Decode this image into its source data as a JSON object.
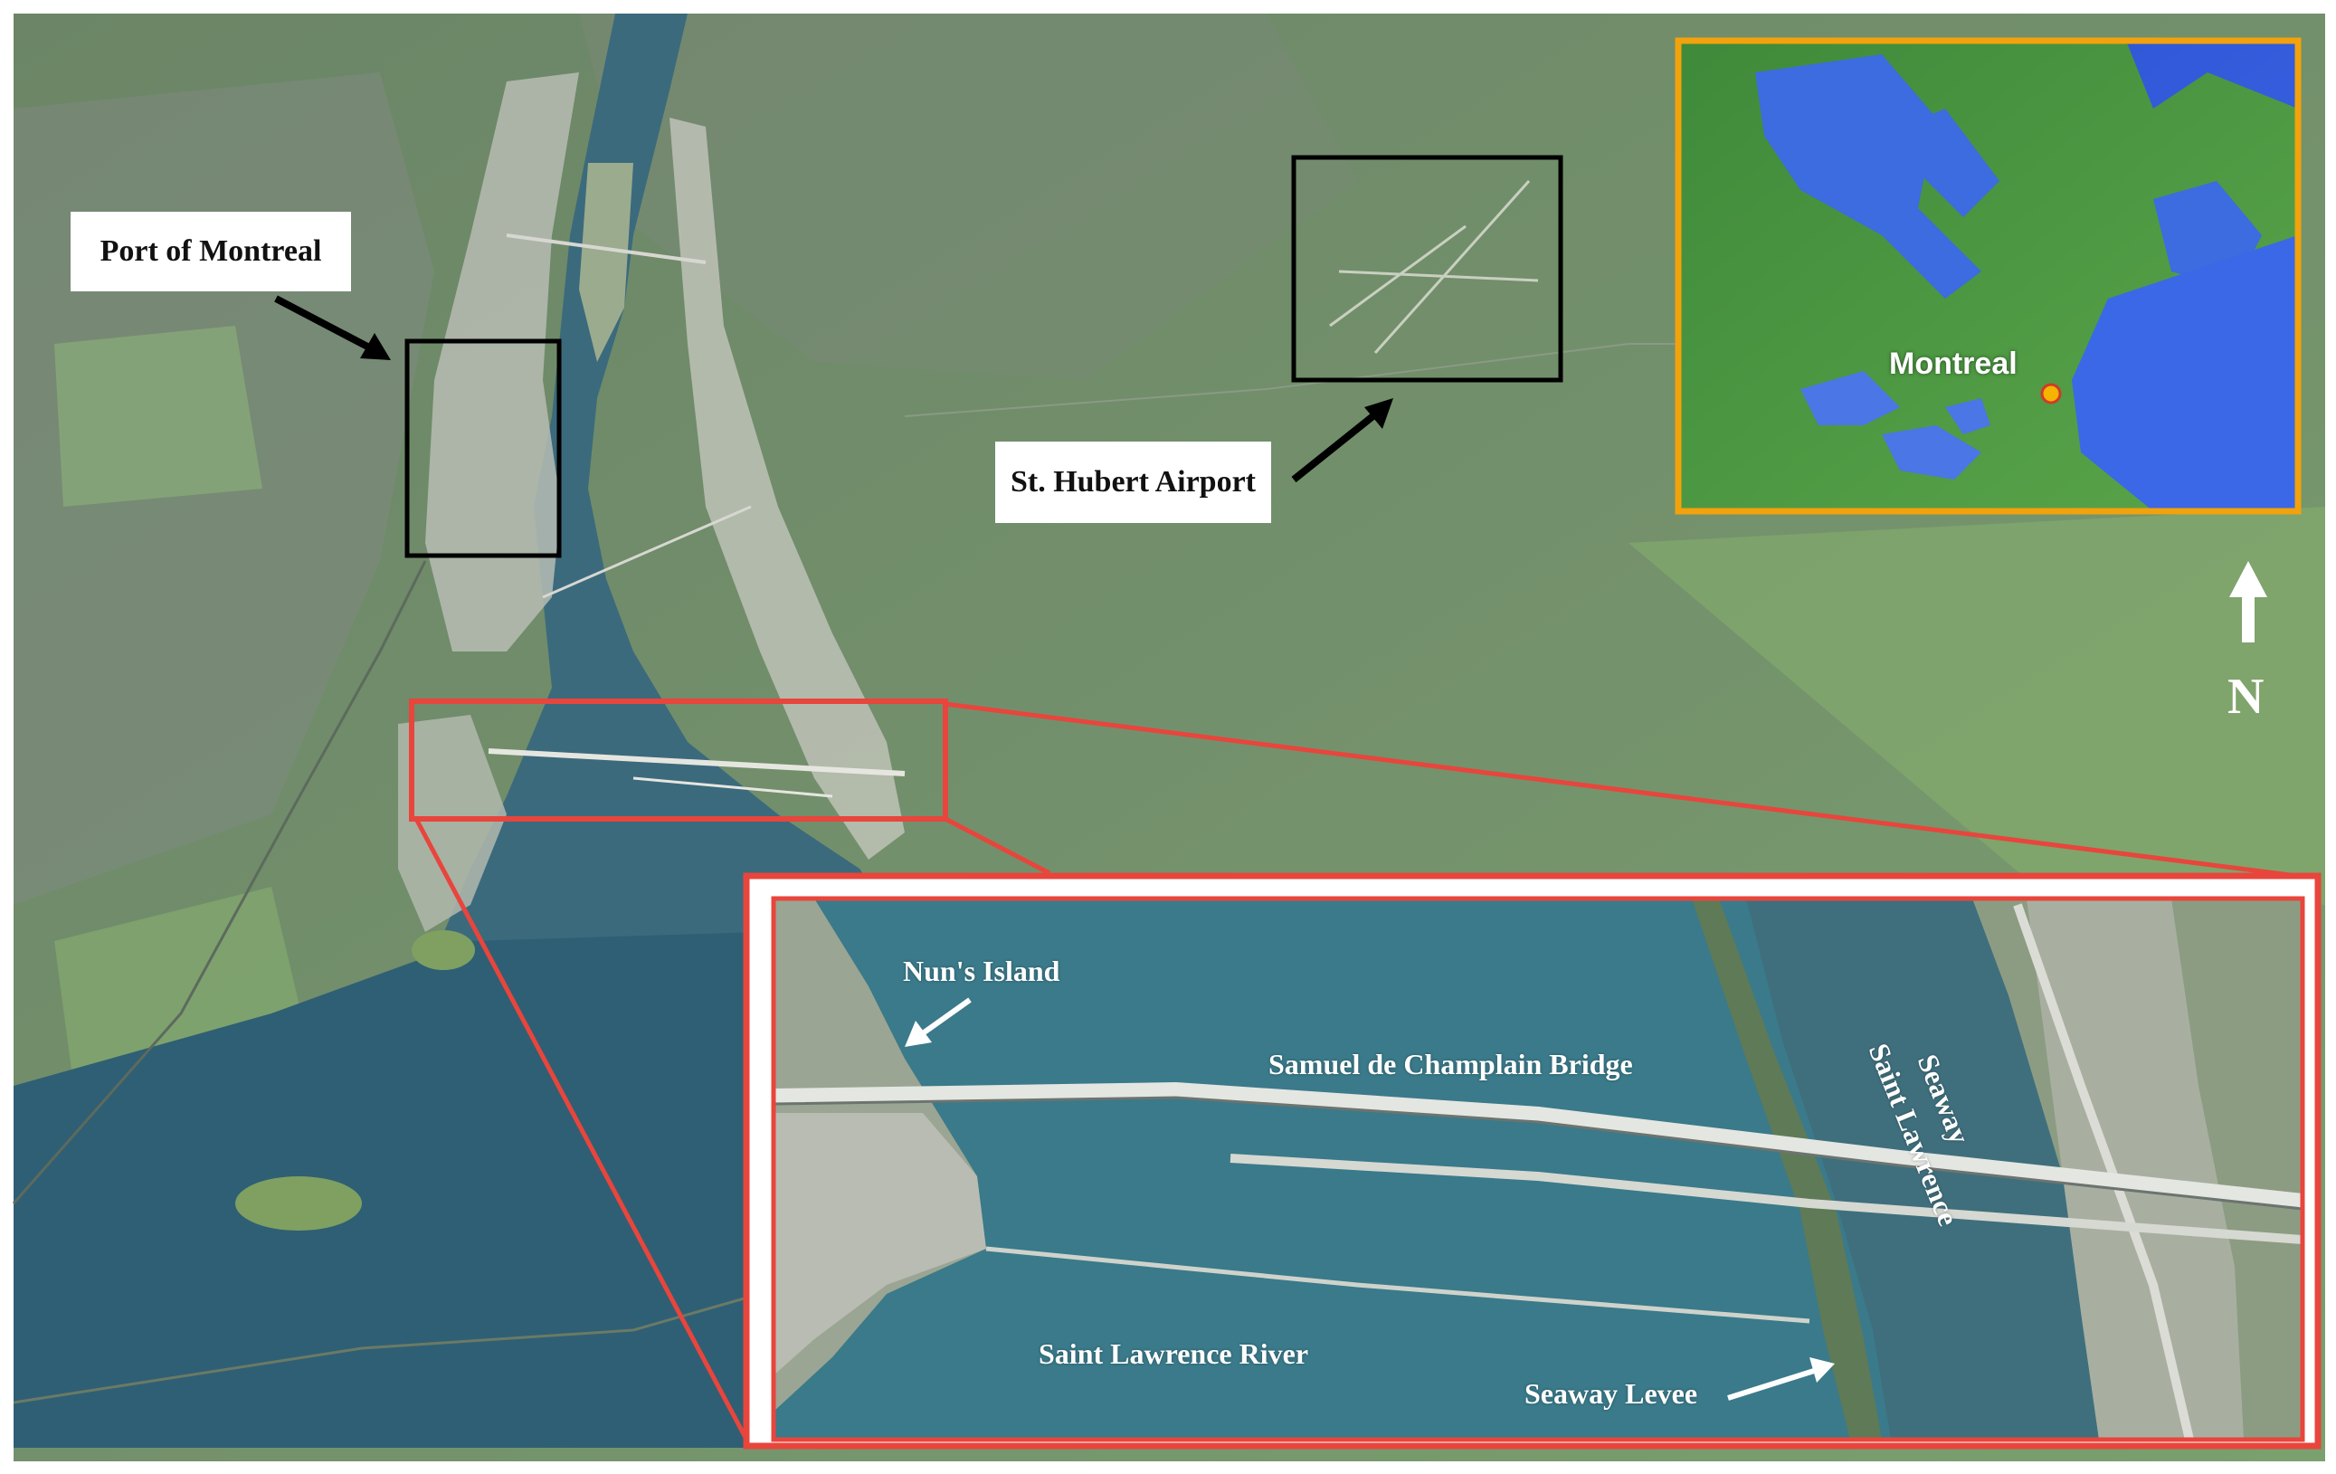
{
  "labels": {
    "port": "Port of Montreal",
    "airport": "St. Hubert Airport"
  },
  "inset_locator": {
    "city": "Montreal"
  },
  "north_arrow": {
    "letter": "N"
  },
  "detail_inset": {
    "nuns_island": "Nun's Island",
    "bridge": "Samuel de Champlain Bridge",
    "seaway_line1": "Saint Lawrence",
    "seaway_line2": "Seaway",
    "river": "Saint Lawrence River",
    "levee": "Seaway Levee"
  },
  "colors": {
    "land": "#6f8a68",
    "water": "#3b6e80",
    "inset_frame": "#f2a20c",
    "detail_frame": "#e8453c",
    "marker_box": "#000000"
  }
}
